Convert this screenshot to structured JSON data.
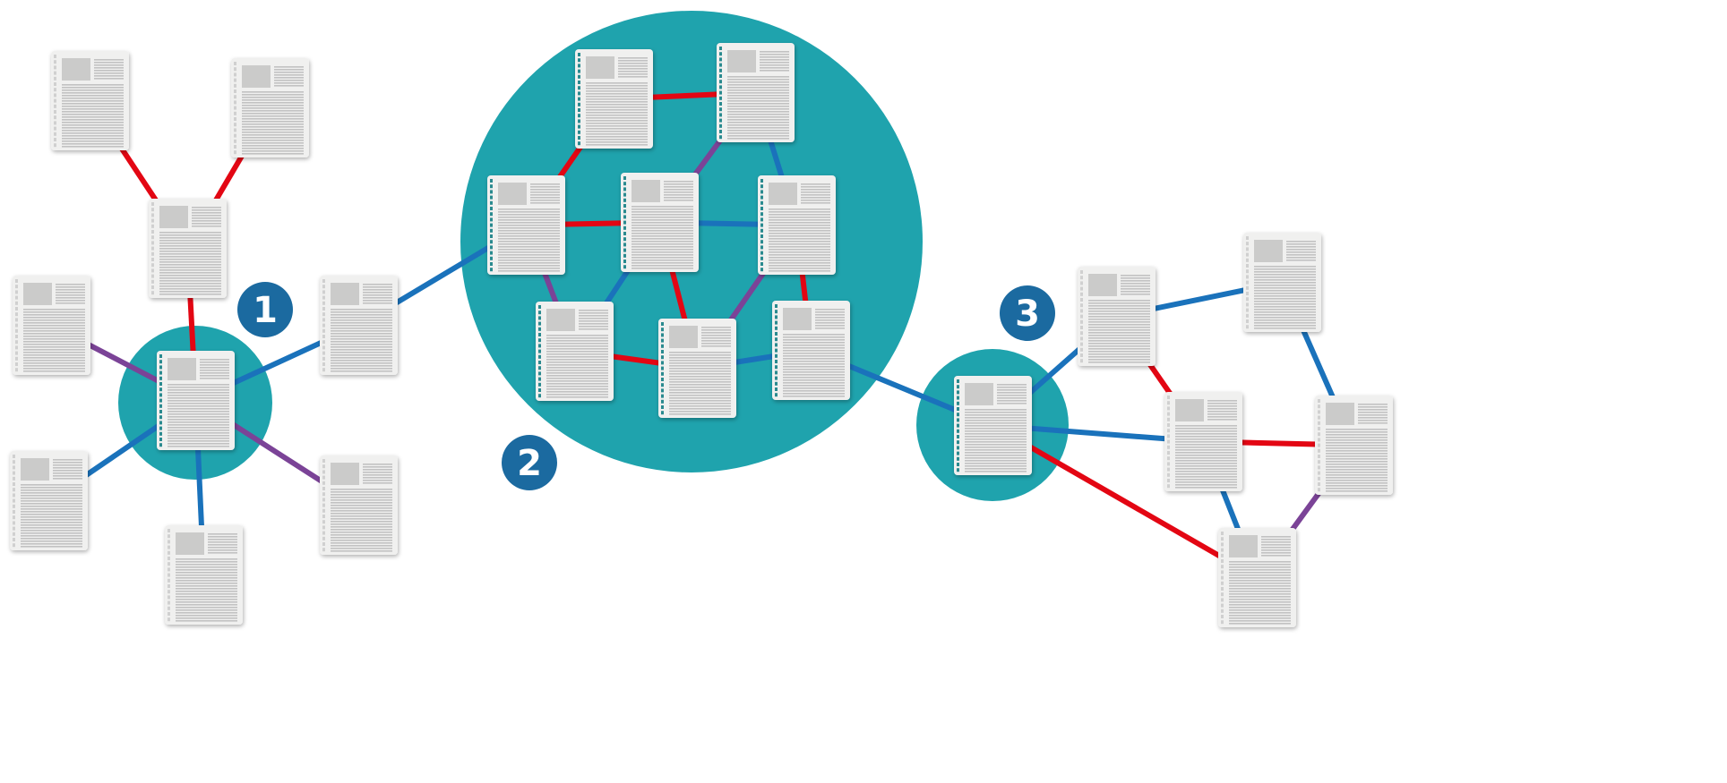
{
  "colors": {
    "cluster": "#1fa3ad",
    "badge": "#1b6aa0",
    "red": "#e30613",
    "blue": "#1a72bb",
    "purple": "#7b4397",
    "page": "#f0f0ef"
  },
  "badges": [
    {
      "id": "b1",
      "label": "1"
    },
    {
      "id": "b2",
      "label": "2"
    },
    {
      "id": "b3",
      "label": "3"
    }
  ],
  "documents": [
    "A",
    "B",
    "C",
    "D",
    "E",
    "F",
    "G",
    "H",
    "I",
    "J",
    "K",
    "L",
    "M",
    "N",
    "O",
    "P",
    "Q",
    "R",
    "S",
    "T",
    "U",
    "V",
    "W"
  ],
  "edges": [
    [
      "A",
      "C",
      "red"
    ],
    [
      "B",
      "C",
      "red"
    ],
    [
      "C",
      "E",
      "red"
    ],
    [
      "D",
      "E",
      "purple"
    ],
    [
      "E",
      "F",
      "blue"
    ],
    [
      "G",
      "E",
      "blue"
    ],
    [
      "H",
      "E",
      "blue"
    ],
    [
      "E",
      "I",
      "purple"
    ],
    [
      "F",
      "L",
      "blue"
    ],
    [
      "J",
      "K",
      "red"
    ],
    [
      "J",
      "L",
      "red"
    ],
    [
      "K",
      "M",
      "purple"
    ],
    [
      "K",
      "N",
      "blue"
    ],
    [
      "L",
      "M",
      "red"
    ],
    [
      "M",
      "N",
      "blue"
    ],
    [
      "L",
      "O",
      "purple"
    ],
    [
      "M",
      "O",
      "blue"
    ],
    [
      "M",
      "P",
      "red"
    ],
    [
      "N",
      "P",
      "purple"
    ],
    [
      "N",
      "Q",
      "red"
    ],
    [
      "O",
      "P",
      "red"
    ],
    [
      "P",
      "Q",
      "blue"
    ],
    [
      "Q",
      "R",
      "blue"
    ],
    [
      "R",
      "S",
      "blue"
    ],
    [
      "S",
      "T",
      "blue"
    ],
    [
      "S",
      "U",
      "red"
    ],
    [
      "R",
      "U",
      "blue"
    ],
    [
      "T",
      "V",
      "blue"
    ],
    [
      "U",
      "V",
      "red"
    ],
    [
      "U",
      "W",
      "blue"
    ],
    [
      "R",
      "W",
      "red"
    ],
    [
      "V",
      "W",
      "purple"
    ]
  ]
}
